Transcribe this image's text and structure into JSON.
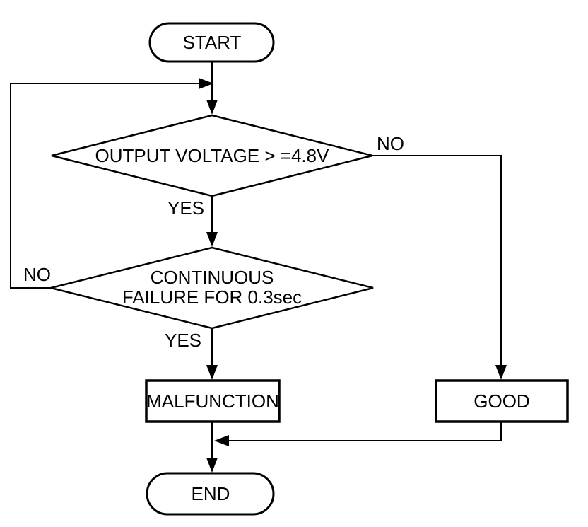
{
  "diagram": {
    "nodes": {
      "start": {
        "type": "terminator",
        "label": "START"
      },
      "decision1": {
        "type": "decision",
        "label": "OUTPUT VOLTAGE > =4.8V"
      },
      "decision2": {
        "type": "decision",
        "line1": "CONTINUOUS",
        "line2": "FAILURE FOR 0.3sec"
      },
      "malfunction": {
        "type": "process",
        "label": "MALFUNCTION"
      },
      "good": {
        "type": "process",
        "label": "GOOD"
      },
      "end": {
        "type": "terminator",
        "label": "END"
      }
    },
    "edge_labels": {
      "decision1_no": "NO",
      "decision1_yes": "YES",
      "decision2_no": "NO",
      "decision2_yes": "YES"
    },
    "colors": {
      "line": "#000000",
      "text": "#000000",
      "background": "#ffffff"
    }
  }
}
